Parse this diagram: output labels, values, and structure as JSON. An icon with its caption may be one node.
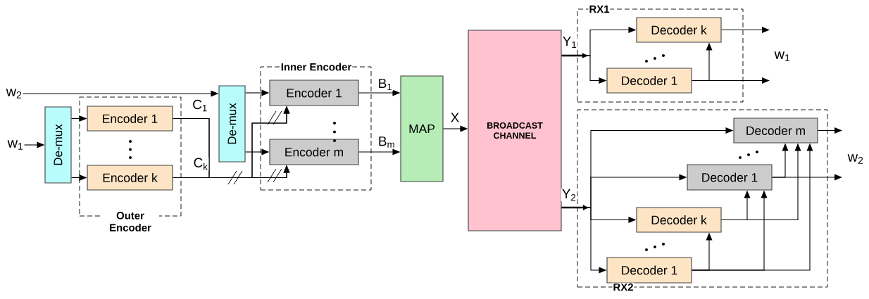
{
  "diagram": {
    "nodes": [
      {
        "text": [
          "w$_{2}$"
        ]
      },
      {
        "text": [
          "w$_{1}$"
        ]
      },
      {
        "text": [
          "De-mux"
        ]
      },
      {
        "text": [
          "Outer Encoder"
        ]
      },
      {
        "text": [
          "Encoder 1"
        ],
        "in": 3
      },
      {
        "text": [
          "Encoder k"
        ],
        "in": 3
      },
      {
        "text": [
          "De-mux"
        ]
      },
      {
        "text": [
          "Inner Encoder"
        ]
      },
      {
        "text": [
          "Encoder 1"
        ],
        "in": 7
      },
      {
        "text": [
          "Encoder m"
        ],
        "in": 7
      },
      {
        "text": [
          "MAP"
        ]
      },
      {
        "text": [
          "BROADCAST CHANNEL"
        ]
      },
      {
        "text": [
          "RX1"
        ]
      },
      {
        "text": [
          "Decoder k"
        ],
        "in": 12
      },
      {
        "text": [
          "Decoder 1"
        ],
        "in": 12
      },
      {
        "text": [
          "RX2"
        ]
      },
      {
        "text": [
          "Decoder m"
        ],
        "in": 15
      },
      {
        "text": [
          "Decoder 1"
        ],
        "in": 15
      },
      {
        "text": [
          "Decoder k"
        ],
        "in": 15
      },
      {
        "text": [
          "Decoder 1"
        ],
        "in": 15
      }
    ],
    "edges": [
      {
        "from": 0,
        "to": 6,
        "arrow": "to"
      },
      {
        "from": 1,
        "to": 2,
        "arrow": "to"
      },
      {
        "from": 2,
        "to": 4,
        "arrow": "to"
      },
      {
        "from": 2,
        "to": 5,
        "arrow": "to"
      },
      {
        "from": 4,
        "to": 8,
        "arrow": "to",
        "label": "C$_{1}$"
      },
      {
        "from": 4,
        "to": 9,
        "arrow": "to"
      },
      {
        "from": 5,
        "to": 8,
        "arrow": "to"
      },
      {
        "from": 5,
        "to": 9,
        "arrow": "to",
        "label": "C$_{k}$"
      },
      {
        "from": 6,
        "to": 8,
        "arrow": "to"
      },
      {
        "from": 6,
        "to": 9,
        "arrow": "to"
      },
      {
        "from": 8,
        "to": 10,
        "arrow": "to",
        "label": "B$_{1}$"
      },
      {
        "from": 9,
        "to": 10,
        "arrow": "to",
        "label": "B$_{m}$"
      },
      {
        "from": 10,
        "to": 11,
        "arrow": "to",
        "label": "X"
      },
      {
        "from": 11,
        "to": 13,
        "arrow": "to",
        "label": "Y$_{1}$"
      },
      {
        "from": 11,
        "to": 14,
        "arrow": "to"
      },
      {
        "from": 14,
        "to": 13,
        "arrow": "to"
      },
      {
        "from": 13,
        "to": null,
        "arrow": "to"
      },
      {
        "from": 14,
        "to": null,
        "arrow": "to"
      },
      {
        "from": 11,
        "to": 16,
        "arrow": "to",
        "label": "Y$_{2}$"
      },
      {
        "from": 11,
        "to": 17,
        "arrow": "to"
      },
      {
        "from": 11,
        "to": 18,
        "arrow": "to"
      },
      {
        "from": 11,
        "to": 19,
        "arrow": "to"
      },
      {
        "from": 19,
        "to": 18,
        "arrow": "to"
      },
      {
        "from": 19,
        "to": 17,
        "arrow": "to"
      },
      {
        "from": 19,
        "to": 16,
        "arrow": "to"
      },
      {
        "from": 18,
        "to": 17,
        "arrow": "to"
      },
      {
        "from": 18,
        "to": 16,
        "arrow": "to"
      },
      {
        "from": 17,
        "to": 16,
        "arrow": "to"
      },
      {
        "from": 17,
        "to": null,
        "arrow": "to"
      },
      {
        "from": 16,
        "to": null,
        "arrow": "to"
      }
    ],
    "labels": [
      "w$_{1}$",
      "w$_{2}$"
    ]
  }
}
